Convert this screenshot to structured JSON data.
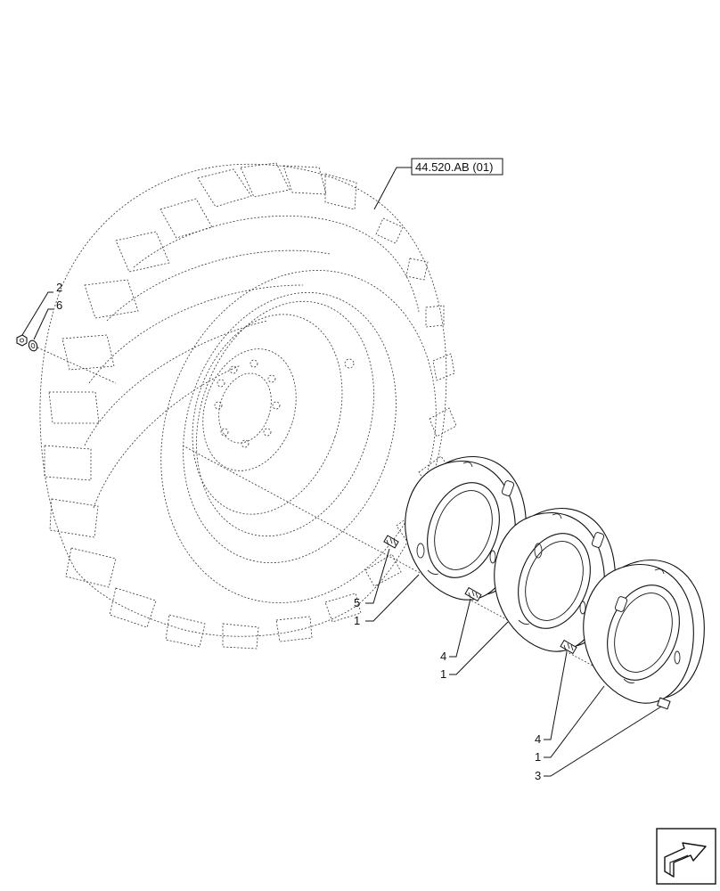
{
  "reference_box": {
    "label": "44.520.AB (01)"
  },
  "callouts": [
    {
      "id": "c-2a",
      "label": "2"
    },
    {
      "id": "c-6",
      "label": "6"
    },
    {
      "id": "c-5",
      "label": "5"
    },
    {
      "id": "c-1a",
      "label": "1"
    },
    {
      "id": "c-4a",
      "label": "4"
    },
    {
      "id": "c-1b",
      "label": "1"
    },
    {
      "id": "c-4b",
      "label": "4"
    },
    {
      "id": "c-1c",
      "label": "1"
    },
    {
      "id": "c-3",
      "label": "3"
    }
  ],
  "icons": {
    "nav_arrow": "next-page-arrow-icon"
  }
}
